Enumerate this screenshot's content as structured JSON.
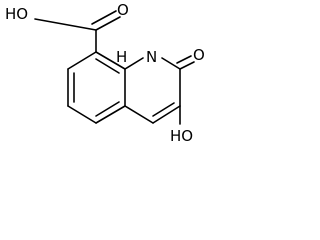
{
  "molecule": {
    "atom_labels": {
      "carboxyl_oh": "HO",
      "carboxyl_o": "O",
      "ring_nh": "H",
      "ring_n": "N",
      "carbonyl_o": "O",
      "hydroxyl": "HO"
    }
  },
  "colors": {
    "bond": "#000000",
    "label": "#000000",
    "background": "#ffffff"
  }
}
